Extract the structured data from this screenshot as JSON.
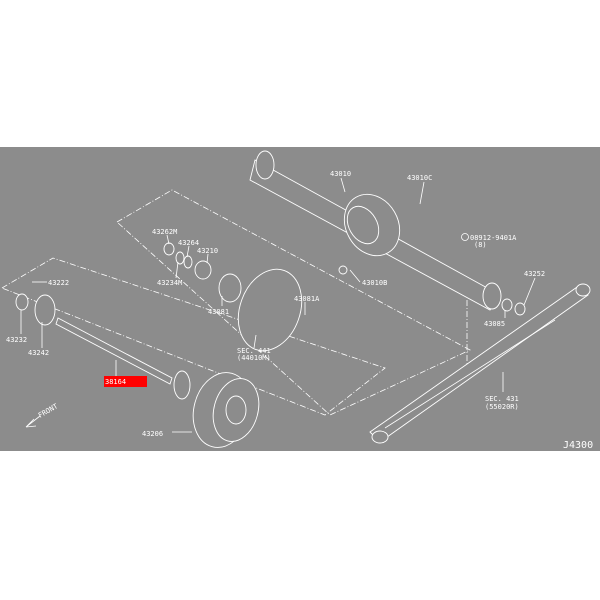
{
  "diagram": {
    "highlight_color": "#ff0000",
    "background_color": "#8c8c8c",
    "figure_code": "J4300",
    "callouts": {
      "p43010": "43010",
      "p43010C": "43010C",
      "p08912": "08912-9401A",
      "p08912_qty": "(8)",
      "p43010B": "43010B",
      "p43252": "43252",
      "p43085": "43085",
      "sec431": "SEC. 431",
      "sec431_sub": "(55020R)",
      "p43081A": "43081A",
      "sec441": "SEC. 441",
      "sec441_sub": "(44010M)",
      "p43262M": "43262M",
      "p43264": "43264",
      "p43210": "43210",
      "p43234M": "43234M",
      "p43081": "43081",
      "p43222": "43222",
      "p43232": "43232",
      "p43242": "43242",
      "p38164": "38164",
      "p43206": "43206",
      "front": "FRONT"
    }
  }
}
